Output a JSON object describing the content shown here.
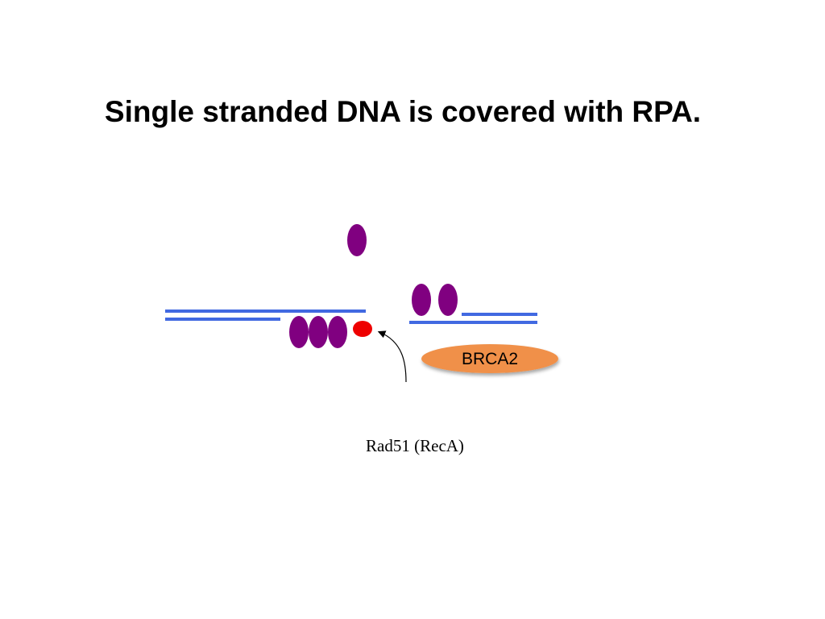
{
  "slide": {
    "title": "Single stranded DNA is covered with RPA."
  },
  "diagram": {
    "brca2_label": "BRCA2",
    "rad51_label": "Rad51 (RecA)",
    "colors": {
      "dna_strand": "#4169e1",
      "rpa": "#800080",
      "rad51": "#ee0000",
      "brca2_fill": "#f0904a",
      "arrow": "#000000"
    }
  }
}
